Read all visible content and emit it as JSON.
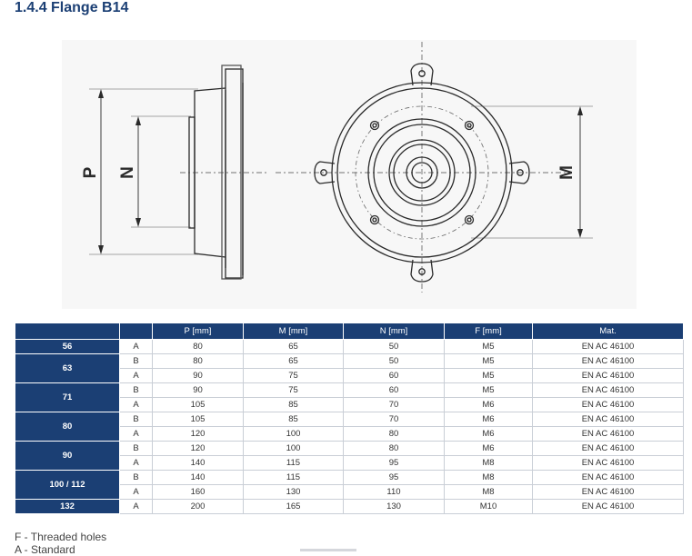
{
  "title": "1.4.4 Flange B14",
  "drawing": {
    "labels": {
      "p": "P",
      "n": "N",
      "m": "M"
    }
  },
  "table": {
    "headers": [
      "",
      "",
      "P [mm]",
      "M [mm]",
      "N [mm]",
      "F [mm]",
      "Mat."
    ],
    "rows": [
      {
        "size": "56",
        "span": 1,
        "variant": "A",
        "p": "80",
        "m": "65",
        "n": "50",
        "f": "M5",
        "mat": "EN AC 46100"
      },
      {
        "size": "63",
        "span": 2,
        "variant": "B",
        "p": "80",
        "m": "65",
        "n": "50",
        "f": "M5",
        "mat": "EN AC 46100"
      },
      {
        "size": null,
        "span": 0,
        "variant": "A",
        "p": "90",
        "m": "75",
        "n": "60",
        "f": "M5",
        "mat": "EN AC 46100"
      },
      {
        "size": "71",
        "span": 2,
        "variant": "B",
        "p": "90",
        "m": "75",
        "n": "60",
        "f": "M5",
        "mat": "EN AC 46100"
      },
      {
        "size": null,
        "span": 0,
        "variant": "A",
        "p": "105",
        "m": "85",
        "n": "70",
        "f": "M6",
        "mat": "EN AC 46100"
      },
      {
        "size": "80",
        "span": 2,
        "variant": "B",
        "p": "105",
        "m": "85",
        "n": "70",
        "f": "M6",
        "mat": "EN AC 46100"
      },
      {
        "size": null,
        "span": 0,
        "variant": "A",
        "p": "120",
        "m": "100",
        "n": "80",
        "f": "M6",
        "mat": "EN AC 46100"
      },
      {
        "size": "90",
        "span": 2,
        "variant": "B",
        "p": "120",
        "m": "100",
        "n": "80",
        "f": "M6",
        "mat": "EN AC 46100"
      },
      {
        "size": null,
        "span": 0,
        "variant": "A",
        "p": "140",
        "m": "115",
        "n": "95",
        "f": "M8",
        "mat": "EN AC 46100"
      },
      {
        "size": "100 / 112",
        "span": 2,
        "variant": "B",
        "p": "140",
        "m": "115",
        "n": "95",
        "f": "M8",
        "mat": "EN AC 46100"
      },
      {
        "size": null,
        "span": 0,
        "variant": "A",
        "p": "160",
        "m": "130",
        "n": "110",
        "f": "M8",
        "mat": "EN AC 46100"
      },
      {
        "size": "132",
        "span": 1,
        "variant": "A",
        "p": "200",
        "m": "165",
        "n": "130",
        "f": "M10",
        "mat": "EN AC 46100"
      }
    ]
  },
  "legend": {
    "line1": "F - Threaded holes",
    "line2": "A - Standard"
  }
}
